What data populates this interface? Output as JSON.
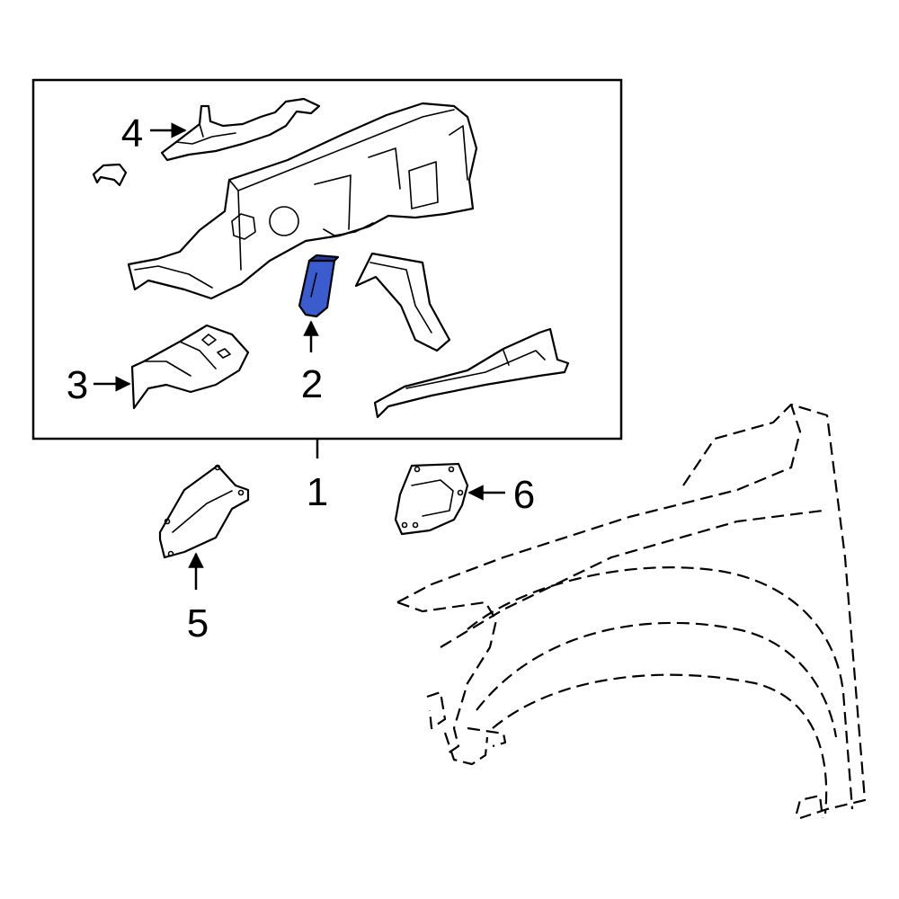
{
  "callouts": {
    "c1": "1",
    "c2": "2",
    "c3": "3",
    "c4": "4",
    "c5": "5",
    "c6": "6"
  },
  "colors": {
    "highlight": "#3a5ccc",
    "highlight_dark": "#1f3aa0",
    "line": "#000000",
    "background": "#ffffff"
  }
}
